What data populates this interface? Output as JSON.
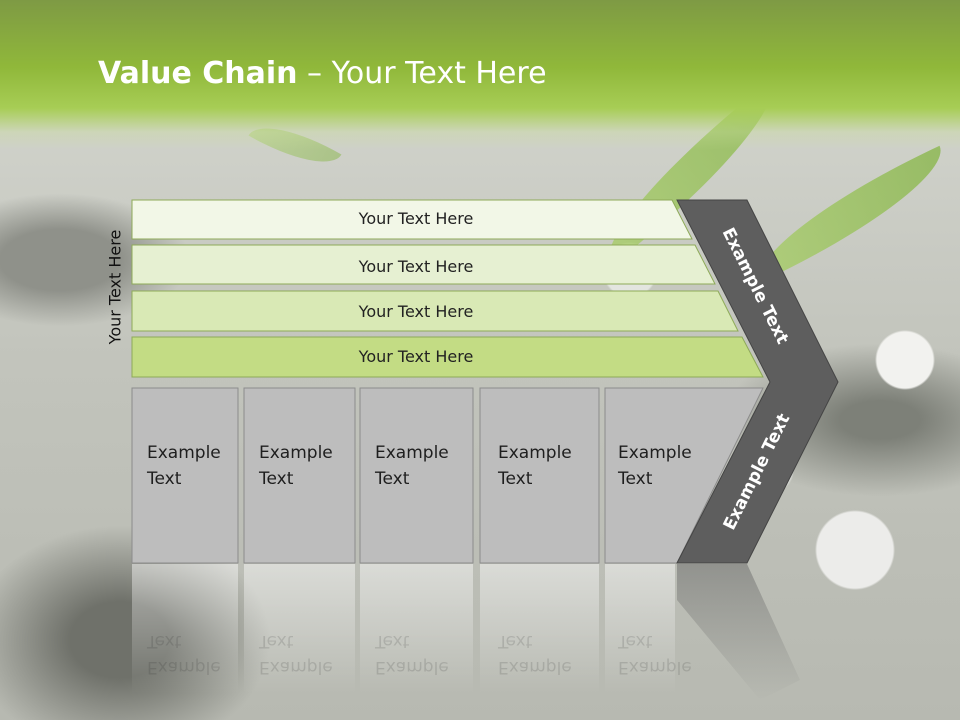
{
  "title": {
    "bold": "Value Chain",
    "rest": " – Your Text Here"
  },
  "side_label": "Your Text Here",
  "rows": [
    {
      "label": "Your Text Here"
    },
    {
      "label": "Your Text Here"
    },
    {
      "label": "Your Text Here"
    },
    {
      "label": "Your Text Here"
    }
  ],
  "blocks": [
    {
      "line1": "Example",
      "line2": "Text"
    },
    {
      "line1": "Example",
      "line2": "Text"
    },
    {
      "line1": "Example",
      "line2": "Text"
    },
    {
      "line1": "Example",
      "line2": "Text"
    },
    {
      "line1": "Example",
      "line2": "Text"
    }
  ],
  "chevron": {
    "upper": "Example Text",
    "lower": "Example Text"
  },
  "colors": {
    "header_green": "#90b83a",
    "row_fills": [
      "#f2f7e7",
      "#e6f0d2",
      "#d9e9b5",
      "#c3dc84"
    ],
    "block_fill": "#bdbdbd",
    "chevron_fill": "#5e5e5e"
  }
}
